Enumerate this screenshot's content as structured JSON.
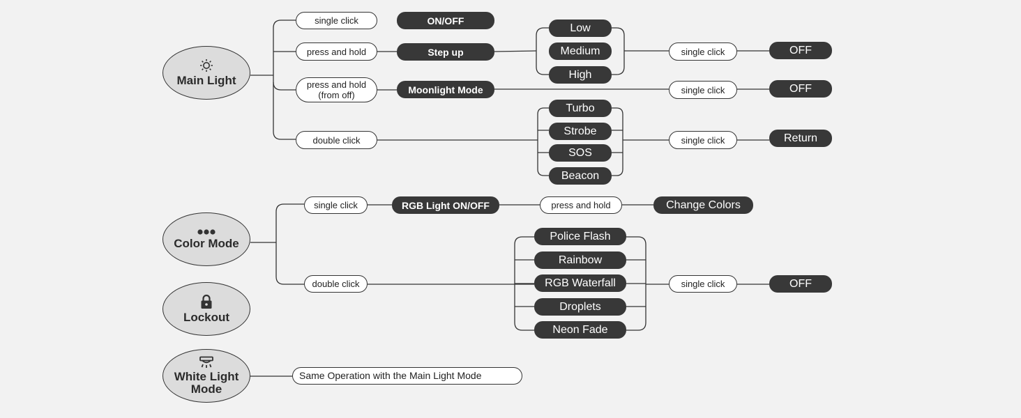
{
  "modes": {
    "main_light": "Main Light",
    "color_mode": "Color Mode",
    "lockout": "Lockout",
    "white_light_line1": "White Light",
    "white_light_line2": "Mode"
  },
  "main_light": {
    "single_click": "single click",
    "on_off": "ON/OFF",
    "press_hold": "press and hold",
    "step_up": "Step up",
    "levels": [
      "Low",
      "Medium",
      "High"
    ],
    "press_hold_off_line1": "press and hold",
    "press_hold_off_line2": "(from off)",
    "moonlight": "Moonlight Mode",
    "double_click": "double click",
    "specials": [
      "Turbo",
      "Strobe",
      "SOS",
      "Beacon"
    ],
    "exit_click": "single click",
    "off": "OFF",
    "return": "Return"
  },
  "color_mode": {
    "single_click": "single click",
    "rgb_on_off": "RGB Light ON/OFF",
    "press_hold": "press and hold",
    "change_colors": "Change Colors",
    "double_click": "double click",
    "effects": [
      "Police Flash",
      "Rainbow",
      "RGB Waterfall",
      "Droplets",
      "Neon Fade"
    ],
    "exit_click": "single click",
    "off": "OFF"
  },
  "white_light": {
    "note": "Same Operation with the Main Light Mode"
  }
}
